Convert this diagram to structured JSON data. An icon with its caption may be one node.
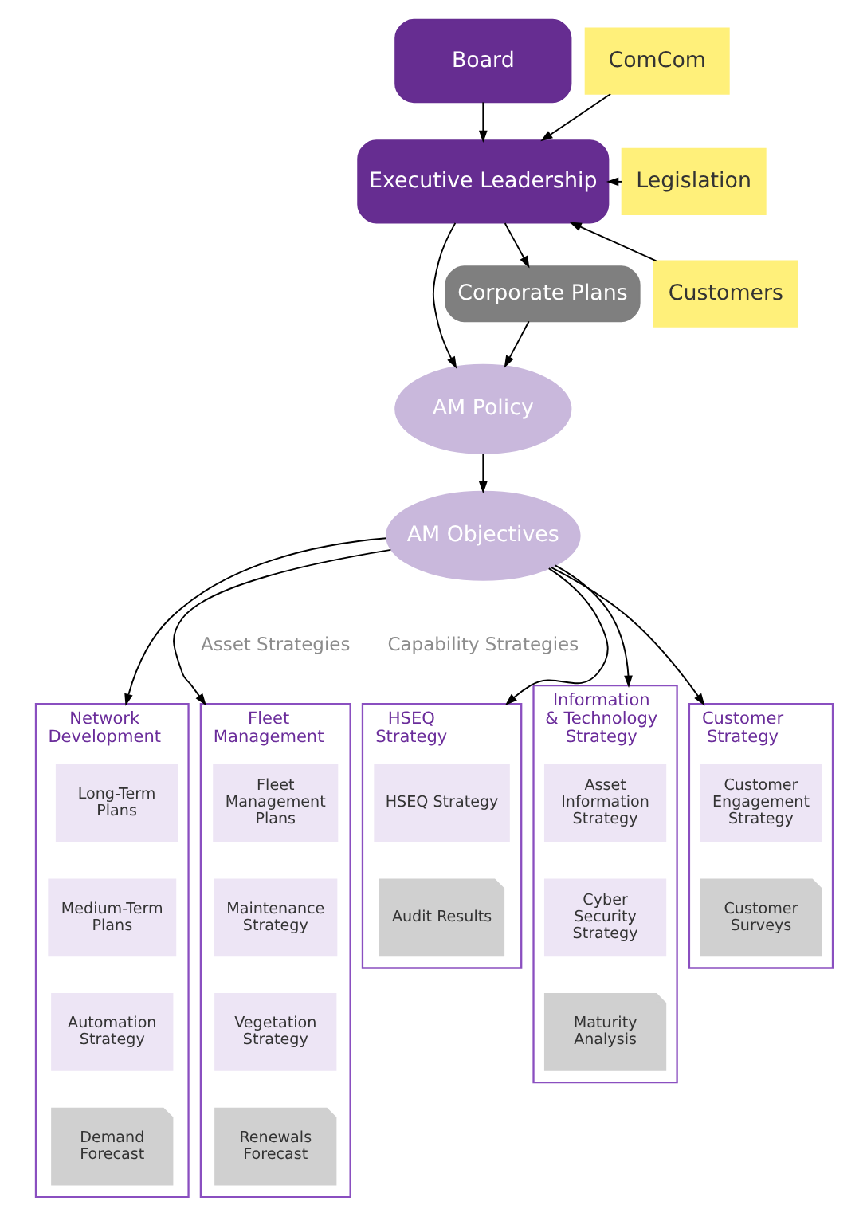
{
  "diagram": {
    "nodes": [
      {
        "text": [
          "Board"
        ]
      },
      {
        "text": [
          "Executive Leadership"
        ]
      },
      {
        "text": [
          "ComCom"
        ]
      },
      {
        "text": [
          "Legislation"
        ]
      },
      {
        "text": [
          "Customers"
        ]
      },
      {
        "text": [
          "Corporate Plans"
        ]
      },
      {
        "text": [
          "AM Policy"
        ]
      },
      {
        "text": [
          "AM Objectives"
        ]
      },
      {
        "text": [
          "Fleet Management"
        ]
      },
      {
        "text": [
          "Fleet Management Plans"
        ],
        "in": 8
      },
      {
        "text": [
          "Maintenance Strategy"
        ],
        "in": 8
      },
      {
        "text": [
          "Vegetation Strategy"
        ],
        "in": 8
      },
      {
        "text": [
          "Renewals Forecast"
        ],
        "in": 8
      },
      {
        "text": [
          "Network Development"
        ]
      },
      {
        "text": [
          "Long-Term Plans"
        ],
        "in": 13
      },
      {
        "text": [
          "Medium-Term Plans"
        ],
        "in": 13
      },
      {
        "text": [
          "Automation Strategy"
        ],
        "in": 13
      },
      {
        "text": [
          "Demand Forecast"
        ],
        "in": 13
      },
      {
        "text": [
          "HSEQ Strategy"
        ]
      },
      {
        "text": [
          "HSEQ Strategy"
        ],
        "in": 18
      },
      {
        "text": [
          "Audit Results"
        ],
        "in": 18
      },
      {
        "text": [
          "Information & Technology Strategy"
        ]
      },
      {
        "text": [
          "Asset Information Strategy"
        ],
        "in": 21
      },
      {
        "text": [
          "Cyber Security Strategy"
        ],
        "in": 21
      },
      {
        "text": [
          "Maturity Analysis"
        ],
        "in": 21
      },
      {
        "text": [
          "Customer Strategy"
        ]
      },
      {
        "text": [
          "Customer Engagement Strategy"
        ],
        "in": 25
      },
      {
        "text": [
          "Customer Surveys"
        ],
        "in": 25
      }
    ],
    "edges": [
      {
        "from": 0,
        "to": 1,
        "arrow": "to"
      },
      {
        "from": 2,
        "to": 1,
        "arrow": "to"
      },
      {
        "from": 3,
        "to": 1,
        "arrow": "to"
      },
      {
        "from": 4,
        "to": 1,
        "arrow": "to"
      },
      {
        "from": 1,
        "to": 5,
        "arrow": "to"
      },
      {
        "from": 1,
        "to": 6,
        "arrow": "to"
      },
      {
        "from": 5,
        "to": 6,
        "arrow": "to"
      },
      {
        "from": 6,
        "to": 7,
        "arrow": "to"
      },
      {
        "from": 7,
        "to": 8,
        "arrow": "to"
      },
      {
        "from": 7,
        "to": 13,
        "arrow": "to"
      },
      {
        "from": 7,
        "to": 18,
        "arrow": "to"
      },
      {
        "from": 7,
        "to": 21,
        "arrow": "to"
      },
      {
        "from": 7,
        "to": 25,
        "arrow": "to"
      }
    ],
    "labels": [
      "Asset Strategies",
      "Capability Strategies"
    ]
  }
}
